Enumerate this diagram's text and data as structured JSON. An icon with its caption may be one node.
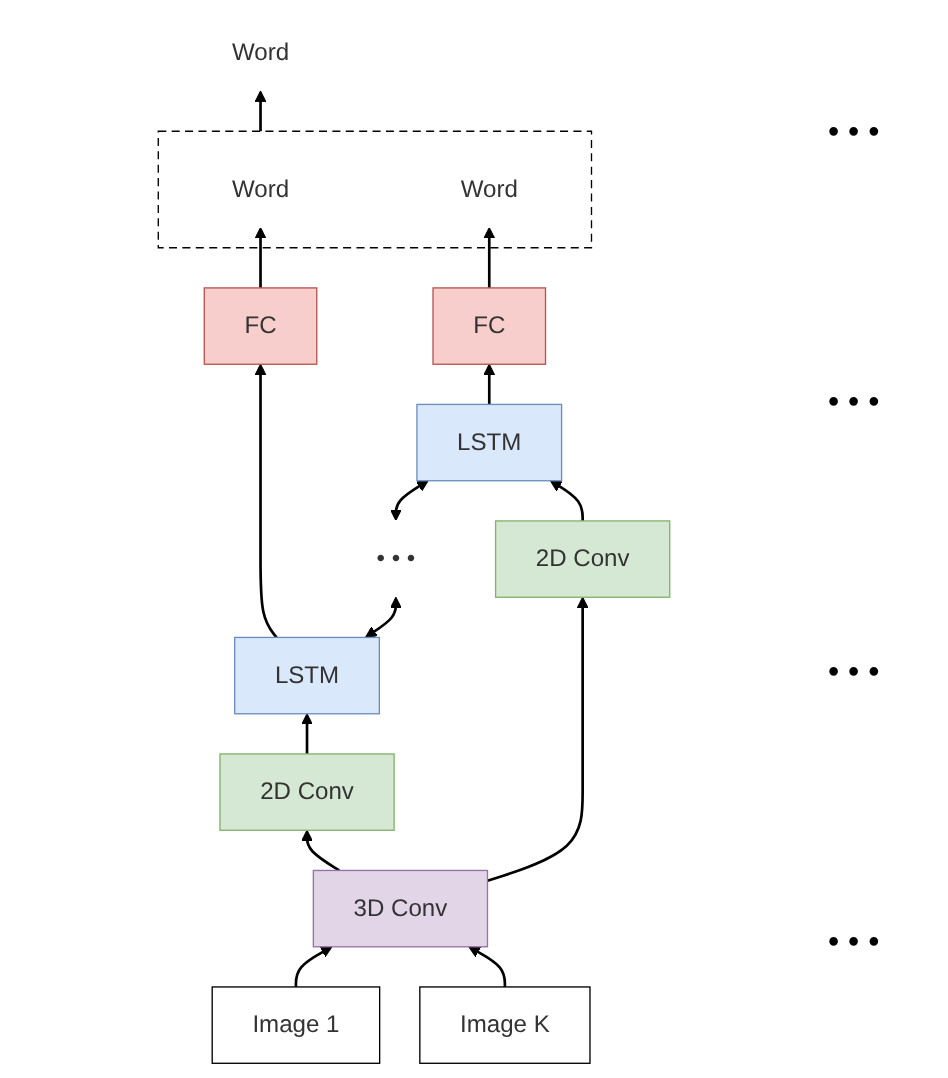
{
  "diagram": {
    "nodes": [
      {
        "text": [
          "Word"
        ]
      },
      {
        "text": [],
        "shape": "box"
      },
      {
        "text": [
          "Word"
        ],
        "in": 1
      },
      {
        "text": [
          "Word"
        ],
        "in": 1
      },
      {
        "text": [
          "FC"
        ]
      },
      {
        "text": [
          "FC"
        ]
      },
      {
        "text": [
          "LSTM"
        ]
      },
      {
        "text": [
          "• • •"
        ]
      },
      {
        "text": [
          "LSTM"
        ]
      },
      {
        "text": [
          "2D Conv"
        ]
      },
      {
        "text": [
          "2D Conv"
        ]
      },
      {
        "text": [
          "3D Conv"
        ]
      },
      {
        "text": [
          "Image 1"
        ]
      },
      {
        "text": [
          "Image K"
        ]
      }
    ],
    "edges": [
      {
        "from": 1,
        "to": 0,
        "arrow": "to"
      },
      {
        "from": 4,
        "to": 2,
        "arrow": "to"
      },
      {
        "from": 5,
        "to": 3,
        "arrow": "to"
      },
      {
        "from": 6,
        "to": 4,
        "arrow": "to"
      },
      {
        "from": 8,
        "to": 5,
        "arrow": "to"
      },
      {
        "from": 6,
        "to": 7,
        "arrow": "both"
      },
      {
        "from": 7,
        "to": 8,
        "arrow": "both"
      },
      {
        "from": 9,
        "to": 6,
        "arrow": "to"
      },
      {
        "from": 10,
        "to": 8,
        "arrow": "to"
      },
      {
        "from": 11,
        "to": 9,
        "arrow": "to"
      },
      {
        "from": 11,
        "to": 10,
        "arrow": "to"
      },
      {
        "from": 12,
        "to": 11,
        "arrow": "to"
      },
      {
        "from": 13,
        "to": 11,
        "arrow": "to"
      }
    ],
    "labels": [
      "• • •",
      "• • •",
      "• • •",
      "• • •"
    ]
  }
}
